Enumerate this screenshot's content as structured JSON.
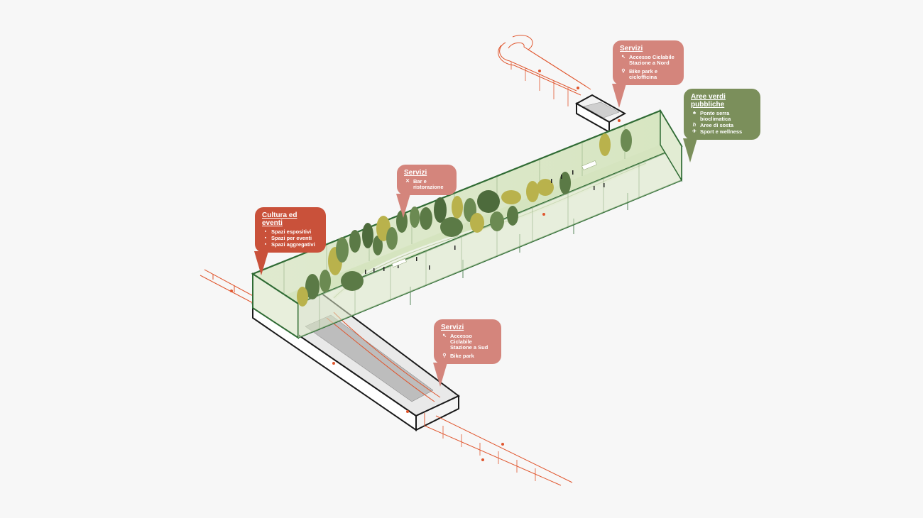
{
  "colors": {
    "background": "#f7f7f7",
    "servizi": "#d4857c",
    "cultura": "#c9513a",
    "verdi": "#7b8f5b",
    "bike_path": "#e0562e",
    "greenhouse_frame": "#2f6b34",
    "greenhouse_fill": "#c9dcae",
    "tree_dark": "#5b7a46",
    "tree_light": "#b9b24c"
  },
  "callouts": {
    "servizi_nord": {
      "title": "Servizi",
      "items": [
        {
          "icon": "bike-access-icon",
          "glyph": "↖",
          "text": "Accesso Ciclabile\nStazione a Nord"
        },
        {
          "icon": "bicycle-icon",
          "glyph": "⚲",
          "text": "Bike park e ciclofficina"
        }
      ]
    },
    "aree_verdi": {
      "title": "Aree verdi pubbliche",
      "items": [
        {
          "icon": "tree-icon",
          "glyph": "♣",
          "text": "Ponte serra bioclimatica"
        },
        {
          "icon": "bench-icon",
          "glyph": "ℎ",
          "text": "Aree di sosta"
        },
        {
          "icon": "runner-icon",
          "glyph": "✈",
          "text": "Sport e wellness"
        }
      ]
    },
    "servizi_bar": {
      "title": "Servizi",
      "items": [
        {
          "icon": "cutlery-icon",
          "glyph": "✕",
          "text": "Bar e ristorazione"
        }
      ]
    },
    "cultura": {
      "title": "Cultura ed eventi",
      "items": [
        {
          "icon": "exhibition-icon",
          "glyph": "▪",
          "text": "Spazi espositivi"
        },
        {
          "icon": "events-icon",
          "glyph": "▪",
          "text": "Spazi per eventi"
        },
        {
          "icon": "people-icon",
          "glyph": "▪",
          "text": "Spazi aggregativi"
        }
      ]
    },
    "servizi_sud": {
      "title": "Servizi",
      "items": [
        {
          "icon": "bike-access-icon",
          "glyph": "↖",
          "text": "Accesso Ciclabile\nStazione a Sud"
        },
        {
          "icon": "bicycle-icon",
          "glyph": "⚲",
          "text": "Bike park"
        }
      ]
    }
  }
}
